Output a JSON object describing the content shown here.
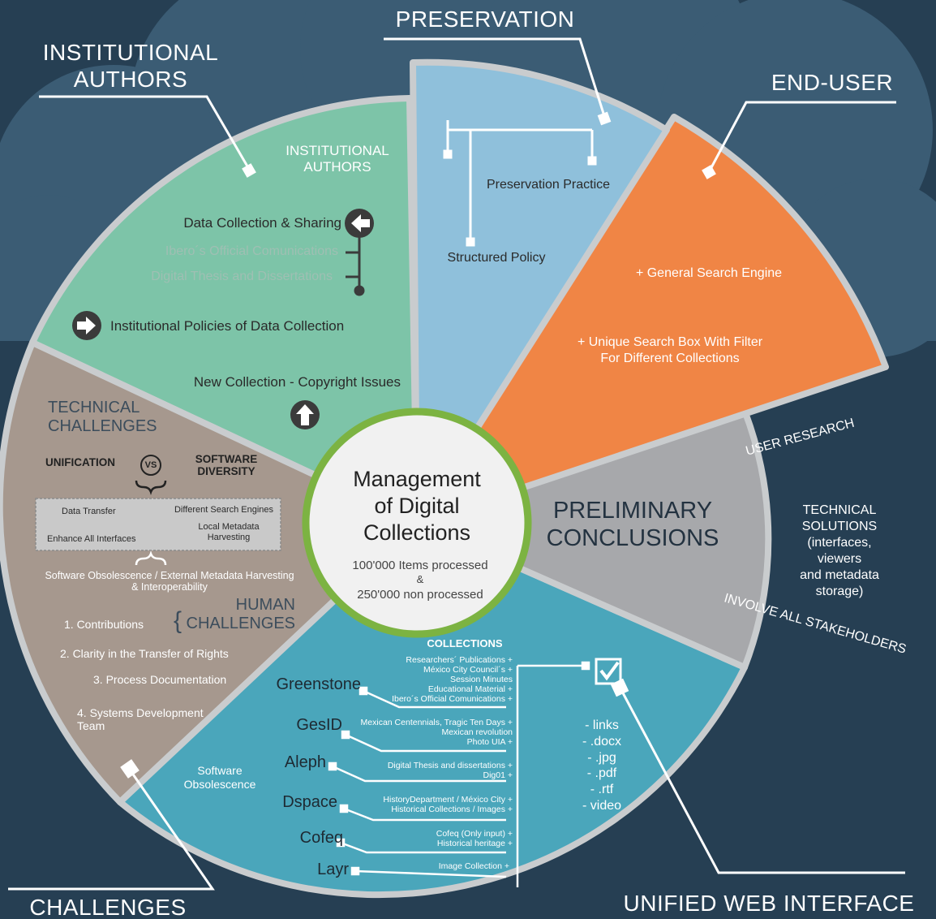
{
  "colors": {
    "background": "#263f53",
    "cloud": "#3b5c74",
    "institutional_authors": "#7dc4a8",
    "preservation": "#8fc0db",
    "end_user": "#f08545",
    "conclusions": "#a7a8ab",
    "collections": "#4aa6bb",
    "challenges": "#a6988e",
    "center_ring": "#7cb342",
    "segment_border": "#c9ccce"
  },
  "labels": {
    "institutional_authors": "INSTITUTIONAL\nAUTHORS",
    "preservation": "PRESERVATION",
    "end_user": "END-USER",
    "challenges": "CHALLENGES",
    "unified_web_interface": "UNIFIED WEB INTERFACE"
  },
  "center": {
    "title_line1": "Management",
    "title_line2": "of Digital",
    "title_line3": "Collections",
    "stat_1": "100'000 Items processed",
    "ampersand": "&",
    "stat_2": "250'000 non processed"
  },
  "institutional_authors": {
    "heading": "INSTITUTIONAL\nAUTHORS",
    "data_collection": "Data Collection & Sharing",
    "ibero_official": "Ibero´s Official Comunications",
    "digital_thesis": "Digital Thesis and Dissertations",
    "policies": "Institutional Policies of Data Collection",
    "new_collection": "New Collection - Copyright Issues"
  },
  "preservation": {
    "practice": "Preservation Practice",
    "policy": "Structured Policy"
  },
  "end_user": {
    "item_1": "+ General Search Engine",
    "item_2": "+ Unique Search Box With Filter\nFor Different Collections"
  },
  "conclusions": {
    "title": "PRELIMINARY\nCONCLUSIONS",
    "user_research": "USER RESEARCH",
    "technical_solutions": "TECHNICAL SOLUTIONS\n(interfaces, viewers\nand metadata storage)",
    "stakeholders": "INVOLVE ALL STAKEHOLDERS"
  },
  "challenges": {
    "technical_title": "TECHNICAL\nCHALLENGES",
    "unification": "UNIFICATION",
    "vs": "VS",
    "software_diversity": "SOFTWARE\nDIVERSITY",
    "box_data_transfer": "Data Transfer",
    "box_search_engines": "Different Search Engines",
    "box_local_metadata": "Local Metadata\nHarvesting",
    "box_enhance": "Enhance All Interfaces",
    "obsolescence_line": "Software Obsolescence / External Metadata Harvesting\n& Interoperability",
    "human_title": "HUMAN\nCHALLENGES",
    "item_1": "1. Contributions",
    "item_2": "2. Clarity in the Transfer of Rights",
    "item_3": "3. Process Documentation",
    "item_4": "4. Systems Development\nTeam",
    "software_obsolescence": "Software\nObsolescence"
  },
  "collections": {
    "heading": "COLLECTIONS",
    "systems": [
      {
        "name": "Greenstone",
        "items": "Researchers´ Publications +\nMéxico City Council´s +\nSession Minutes\nEducational Material +\nIbero´s Official Comunications +"
      },
      {
        "name": "GesID",
        "items": "Mexican Centennials, Tragic Ten Days +\nMexican revolution\nPhoto UIA +"
      },
      {
        "name": "Aleph",
        "items": "Digital Thesis and dissertations +\nDig01 +"
      },
      {
        "name": "Dspace",
        "items": "HistoryDepartment / México City +\nHistorical Collections / Images +"
      },
      {
        "name": "Cofeq",
        "items": "Cofeq (Only input) +\nHistorical heritage +"
      },
      {
        "name": "Layr",
        "items": "Image Collection +"
      }
    ],
    "formats": [
      "- links",
      "- .docx",
      "- .jpg",
      "- .pdf",
      "- .rtf",
      "- video"
    ]
  }
}
